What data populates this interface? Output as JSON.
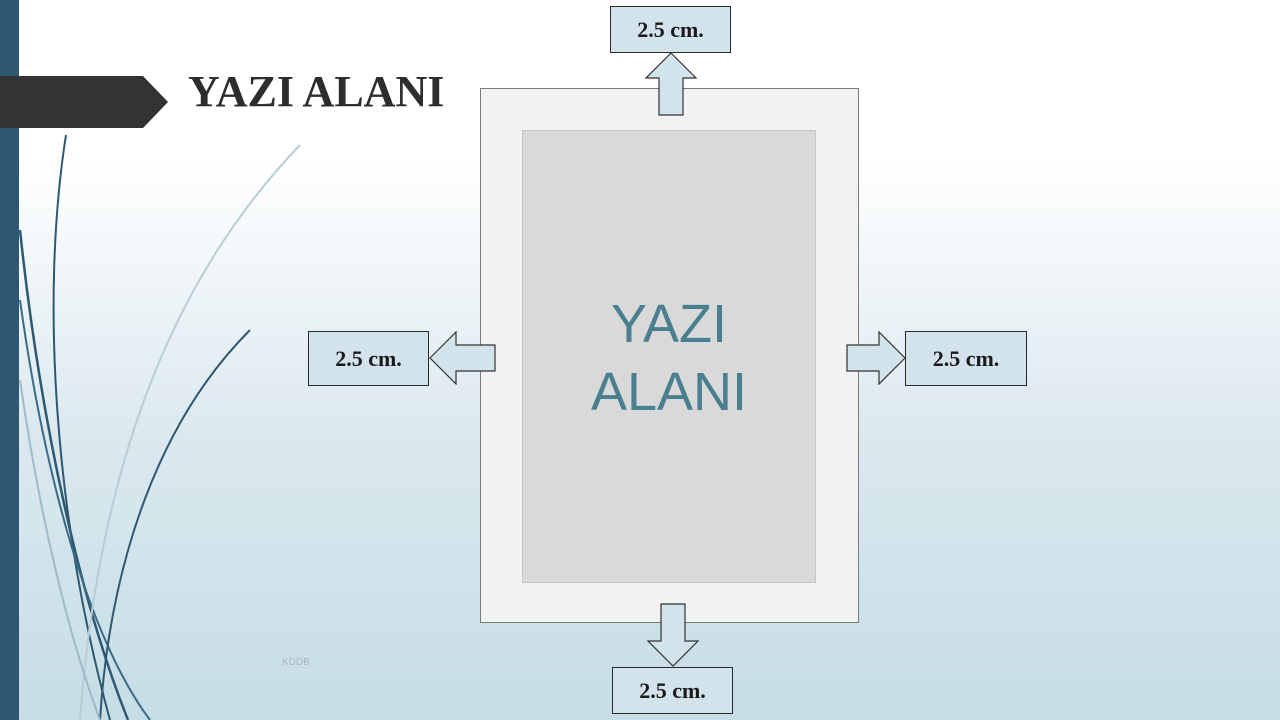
{
  "slide": {
    "title": "YAZI ALANI",
    "footer": "KDDB"
  },
  "page": {
    "text_area_lines": [
      "YAZI",
      "ALANI"
    ]
  },
  "margins": {
    "top": "2.5 cm.",
    "bottom": "2.5 cm.",
    "left": "2.5 cm.",
    "right": "2.5 cm."
  },
  "colors": {
    "accent_bar": "#2e5872",
    "label_fill": "#d2e3eb",
    "page_outer": "#f2f2f2",
    "page_inner": "#d9d9d9",
    "text_area": "#4a7f90"
  },
  "icons": {
    "top": "arrow-up-icon",
    "bottom": "arrow-down-icon",
    "left": "arrow-left-icon",
    "right": "arrow-right-icon"
  }
}
